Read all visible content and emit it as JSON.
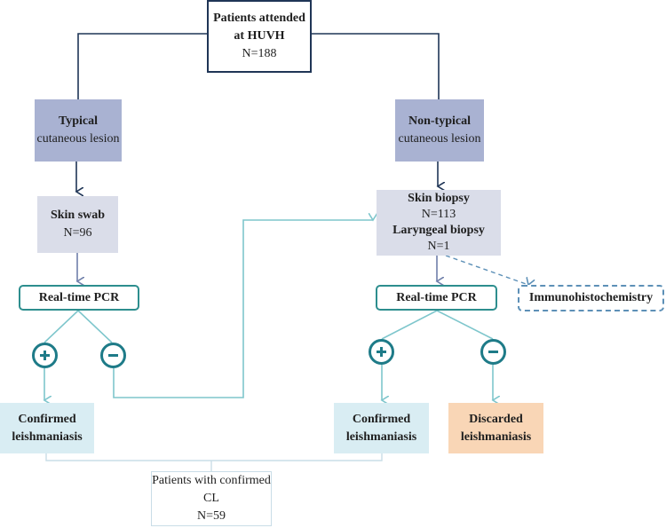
{
  "root": {
    "title": "Patients attended at HUVH",
    "count": "N=188"
  },
  "typical": {
    "title": "Typical",
    "subtitle": "cutaneous lesion"
  },
  "nontypical": {
    "title": "Non-typical",
    "subtitle": "cutaneous lesion"
  },
  "swab": {
    "title": "Skin swab",
    "count": "N=96"
  },
  "biopsy": {
    "skin_title": "Skin biopsy",
    "skin_count": "N=113",
    "laryngeal_title": "Laryngeal biopsy",
    "laryngeal_count": "N=1"
  },
  "pcr_left": {
    "label": "Real-time PCR"
  },
  "pcr_right": {
    "label": "Real-time PCR"
  },
  "ihc": {
    "label": "Immunohistochemistry"
  },
  "confirmed_left": {
    "label": "Confirmed leishmaniasis"
  },
  "confirmed_right": {
    "label": "Confirmed leishmaniasis"
  },
  "discarded": {
    "label": "Discarded leishmaniasis"
  },
  "total": {
    "title": "Patients with confirmed CL",
    "count": "N=59"
  },
  "signs": {
    "positive": "plus-sign",
    "negative": "minus-sign"
  },
  "colors": {
    "dark_navy": "#1f3556",
    "lavender": "#a9b2d2",
    "light_lavender": "#dadde9",
    "teal": "#2d8e8e",
    "light_teal": "#7ec6cc",
    "light_blue_box": "#d9edf3",
    "peach_box": "#f9d6b6",
    "dashed_blue": "#5d90b7"
  }
}
